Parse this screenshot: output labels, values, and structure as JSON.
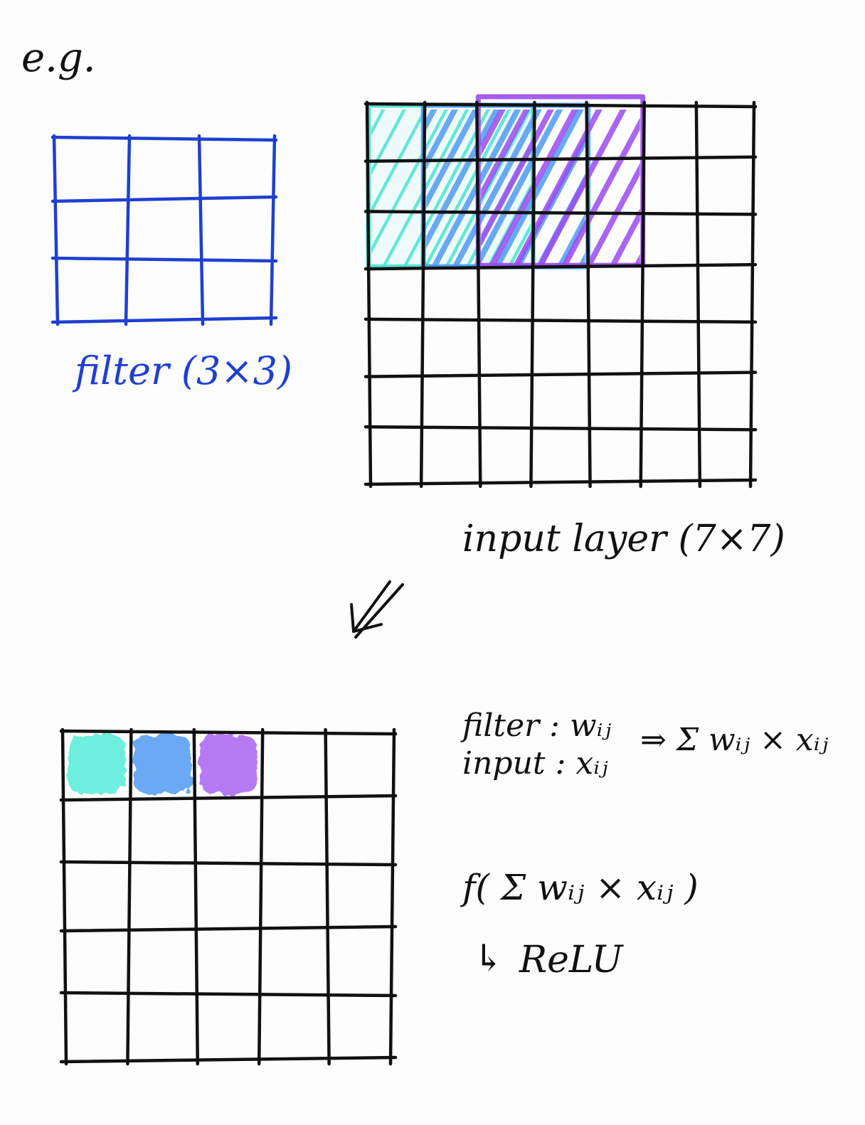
{
  "heading": "e.g.",
  "filter": {
    "label": "filter (3×3)",
    "rows": 3,
    "cols": 3,
    "color": "#1f3fd1"
  },
  "input": {
    "label": "input layer (7×7)",
    "rows": 7,
    "cols": 7,
    "color": "#111111",
    "highlights": [
      {
        "row": 0,
        "col": 0,
        "rows": 3,
        "cols": 3,
        "color": "#49e3cf"
      },
      {
        "row": 0,
        "col": 1,
        "rows": 3,
        "cols": 3,
        "color": "#4f9bf2"
      },
      {
        "row": 0,
        "col": 2,
        "rows": 3,
        "cols": 3,
        "color": "#9a4bf0"
      }
    ]
  },
  "arrow": {
    "direction": "down-left",
    "icon": "double-arrow-down-left-icon"
  },
  "output": {
    "rows": 5,
    "cols": 5,
    "color": "#111111",
    "filled_cells": [
      {
        "row": 0,
        "col": 0,
        "color": "#6eeedd"
      },
      {
        "row": 0,
        "col": 1,
        "color": "#6aaaf5"
      },
      {
        "row": 0,
        "col": 2,
        "color": "#b77af5"
      }
    ]
  },
  "formulas": {
    "filter_line": "filter : wᵢⱼ",
    "input_line": "input : xᵢⱼ",
    "implies": "⇒ Σ wᵢⱼ × xᵢⱼ",
    "activation": "f( Σ wᵢⱼ × xᵢⱼ )",
    "arrow_glyph": "↳",
    "activation_name": "ReLU"
  }
}
